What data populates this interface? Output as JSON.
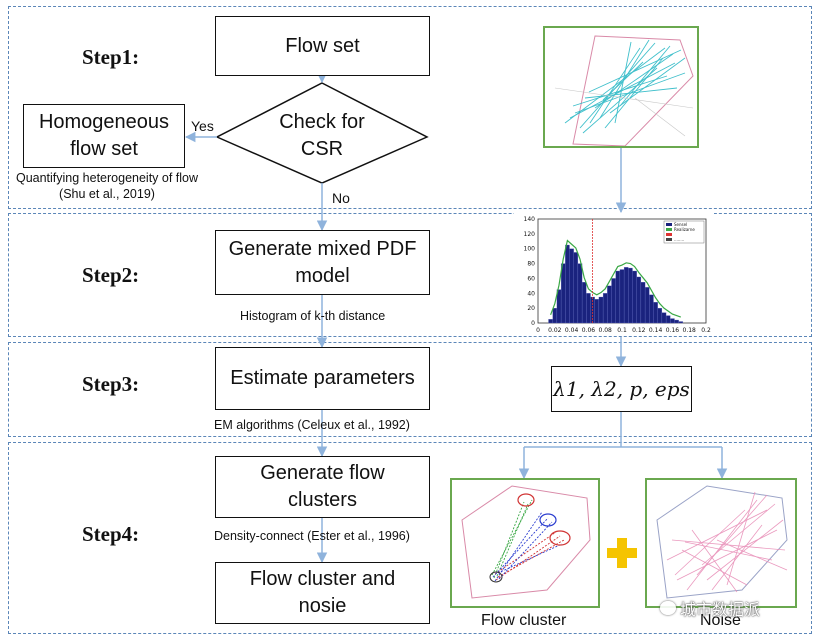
{
  "steps": {
    "step1": "Step1:",
    "step2": "Step2:",
    "step3": "Step3:",
    "step4": "Step4:"
  },
  "boxes": {
    "flow_set": "Flow set",
    "check_csr": "Check for CSR",
    "homogeneous": "Homogeneous flow set",
    "mixed_pdf": "Generate mixed PDF model",
    "estimate": "Estimate parameters",
    "flow_clusters": "Generate flow clusters",
    "cluster_noise": "Flow cluster and nosie"
  },
  "branch_labels": {
    "yes": "Yes",
    "no": "No"
  },
  "notes": {
    "heterogeneity": "Quantifying heterogeneity of flow (Shu et al., 2019)",
    "histogram": "Histogram of k-th distance",
    "em": "EM algorithms (Celeux et al., 1992)",
    "density": "Density-connect (Ester et al., 1996)"
  },
  "parameters_text": "λ1, λ2, p, eps",
  "captions": {
    "flow_cluster": "Flow cluster",
    "noise": "Noise"
  },
  "watermark": "城市数据派",
  "colors": {
    "panel_border": "#5b86b8",
    "arrow": "#8fb3dc",
    "image_border": "#6aa84f",
    "flow_cyan": "#1fb5c2",
    "noise_pink": "#e88fb8",
    "plus": "#f5c400",
    "histogram_bar": "#1a237e",
    "fit_curve": "#3aa845"
  },
  "chart_data": {
    "type": "bar",
    "title": "",
    "xlabel": "",
    "ylabel": "",
    "x_ticks": [
      "0",
      "0.02",
      "0.04",
      "0.06",
      "0.08",
      "0.1",
      "0.12",
      "0.14",
      "0.16",
      "0.18",
      "0.2"
    ],
    "y_ticks": [
      "0",
      "20",
      "40",
      "60",
      "80",
      "100",
      "120",
      "140"
    ],
    "xlim": [
      0,
      0.2
    ],
    "ylim": [
      0,
      140
    ],
    "legend": [
      "Sensel",
      "Realizarne",
      "",
      "........"
    ],
    "legend_position": "top-right",
    "series": [
      {
        "x": [
          0.015,
          0.02,
          0.025,
          0.03,
          0.035,
          0.04,
          0.045,
          0.05,
          0.055,
          0.06,
          0.065,
          0.07,
          0.075,
          0.08,
          0.085,
          0.09,
          0.095,
          0.1,
          0.105,
          0.11,
          0.115,
          0.12,
          0.125,
          0.13,
          0.135,
          0.14,
          0.145,
          0.15,
          0.155,
          0.16,
          0.165,
          0.17
        ],
        "values": [
          5,
          20,
          45,
          80,
          105,
          100,
          95,
          80,
          55,
          40,
          35,
          32,
          35,
          40,
          50,
          60,
          70,
          72,
          75,
          74,
          70,
          62,
          55,
          48,
          38,
          28,
          20,
          14,
          10,
          6,
          4,
          2
        ]
      }
    ],
    "vertical_marker_x": 0.065
  }
}
